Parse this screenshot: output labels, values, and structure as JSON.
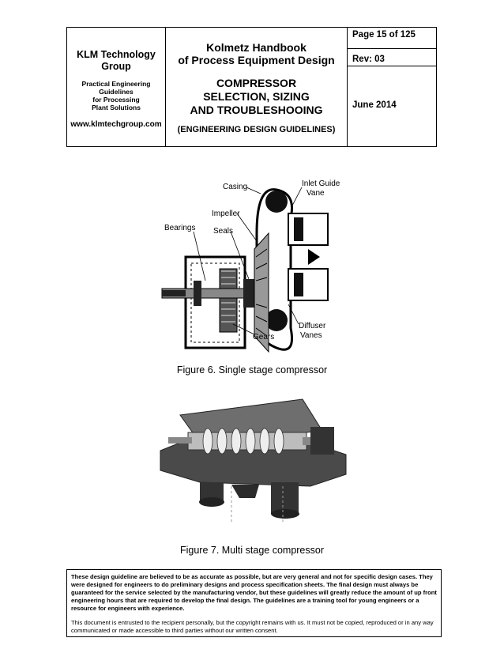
{
  "header": {
    "company_line1": "KLM Technology",
    "company_line2": "Group",
    "tagline": [
      "Practical Engineering",
      "Guidelines",
      "for Processing",
      "Plant Solutions"
    ],
    "website": "www.klmtechgroup.com",
    "handbook_line1": "Kolmetz Handbook",
    "handbook_line2": "of Process Equipment Design",
    "topic": [
      "COMPRESSOR",
      "SELECTION, SIZING",
      "AND TROUBLESHOOING"
    ],
    "subtopic": "(ENGINEERING DESIGN GUIDELINES)",
    "page": "Page 15 of  125",
    "rev": "Rev: 03",
    "date": "June 2014"
  },
  "figure6": {
    "caption": "Figure 6. Single stage compressor",
    "labels": {
      "casing": "Casing",
      "inlet1": "Inlet Guide",
      "inlet2": "Vane",
      "impeller": "Impeller",
      "bearings": "Bearings",
      "seals": "Seals",
      "gears": "Gears",
      "diffuser1": "Diffuser",
      "diffuser2": "Vanes"
    }
  },
  "figure7": {
    "caption": "Figure 7. Multi stage compressor"
  },
  "footer": {
    "disclaimer": "These design guideline are believed to be as accurate as possible, but are very general and not for specific design cases. They were designed for engineers to do preliminary designs and process specification sheets.  The final design must always be guaranteed for the service selected by the manufacturing vendor, but these guidelines will greatly reduce the amount of up front engineering hours that are required to develop the final design. The guidelines are a training tool for young engineers or a resource for engineers with experience.",
    "copyright": "This document is entrusted to the recipient personally, but the copyright remains with us. It must not be copied, reproduced or in any way communicated or made accessible to third parties without our written consent."
  }
}
